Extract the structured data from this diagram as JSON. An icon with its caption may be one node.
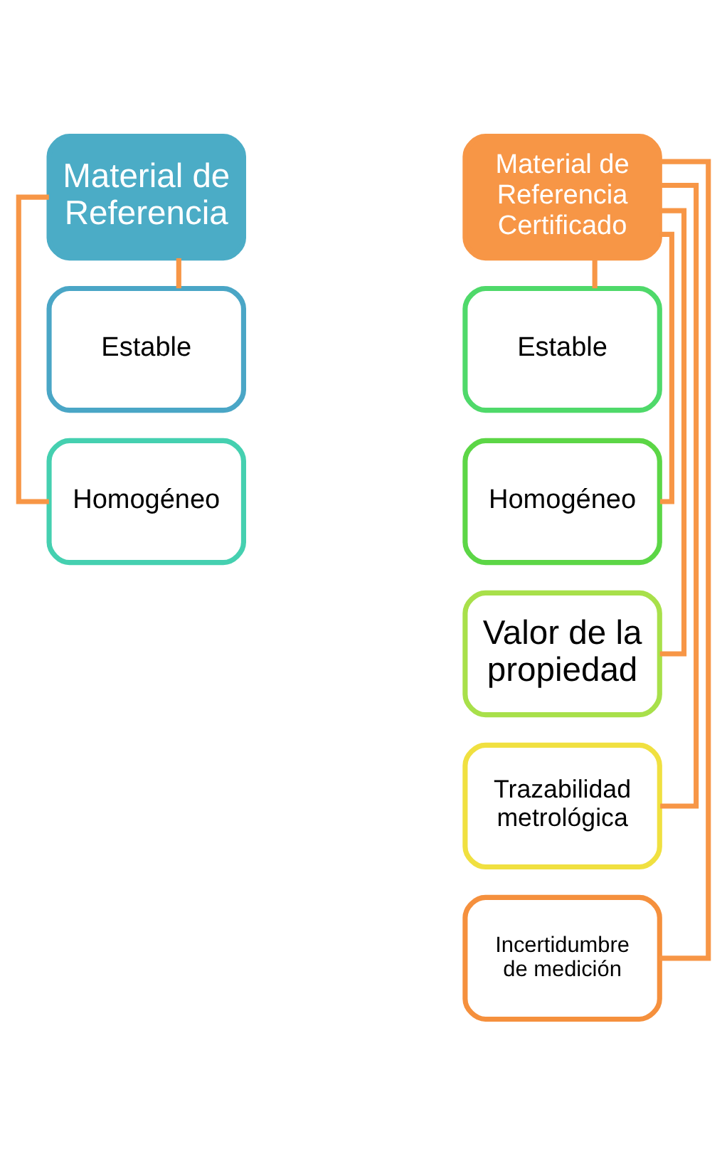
{
  "diagram": {
    "nodes": [
      {
        "text": [
          "Material de Referencia"
        ]
      },
      {
        "text": [
          "Estable"
        ]
      },
      {
        "text": [
          "Homogéneo"
        ]
      },
      {
        "text": [
          "Material de Referencia Certificado"
        ]
      },
      {
        "text": [
          "Estable"
        ]
      },
      {
        "text": [
          "Homogéneo"
        ]
      },
      {
        "text": [
          "Valor de la propiedad"
        ]
      },
      {
        "text": [
          "Trazabilidad metrológica"
        ]
      },
      {
        "text": [
          "Incertidumbre de medición"
        ]
      }
    ],
    "edges": [
      {
        "from": 0,
        "to": 1,
        "arrow": "none"
      },
      {
        "from": 0,
        "to": 2,
        "arrow": "none"
      },
      {
        "from": 3,
        "to": 4,
        "arrow": "none"
      },
      {
        "from": 3,
        "to": 5,
        "arrow": "none"
      },
      {
        "from": 3,
        "to": 6,
        "arrow": "none"
      },
      {
        "from": 3,
        "to": 7,
        "arrow": "none"
      },
      {
        "from": 3,
        "to": 8,
        "arrow": "none"
      }
    ]
  }
}
